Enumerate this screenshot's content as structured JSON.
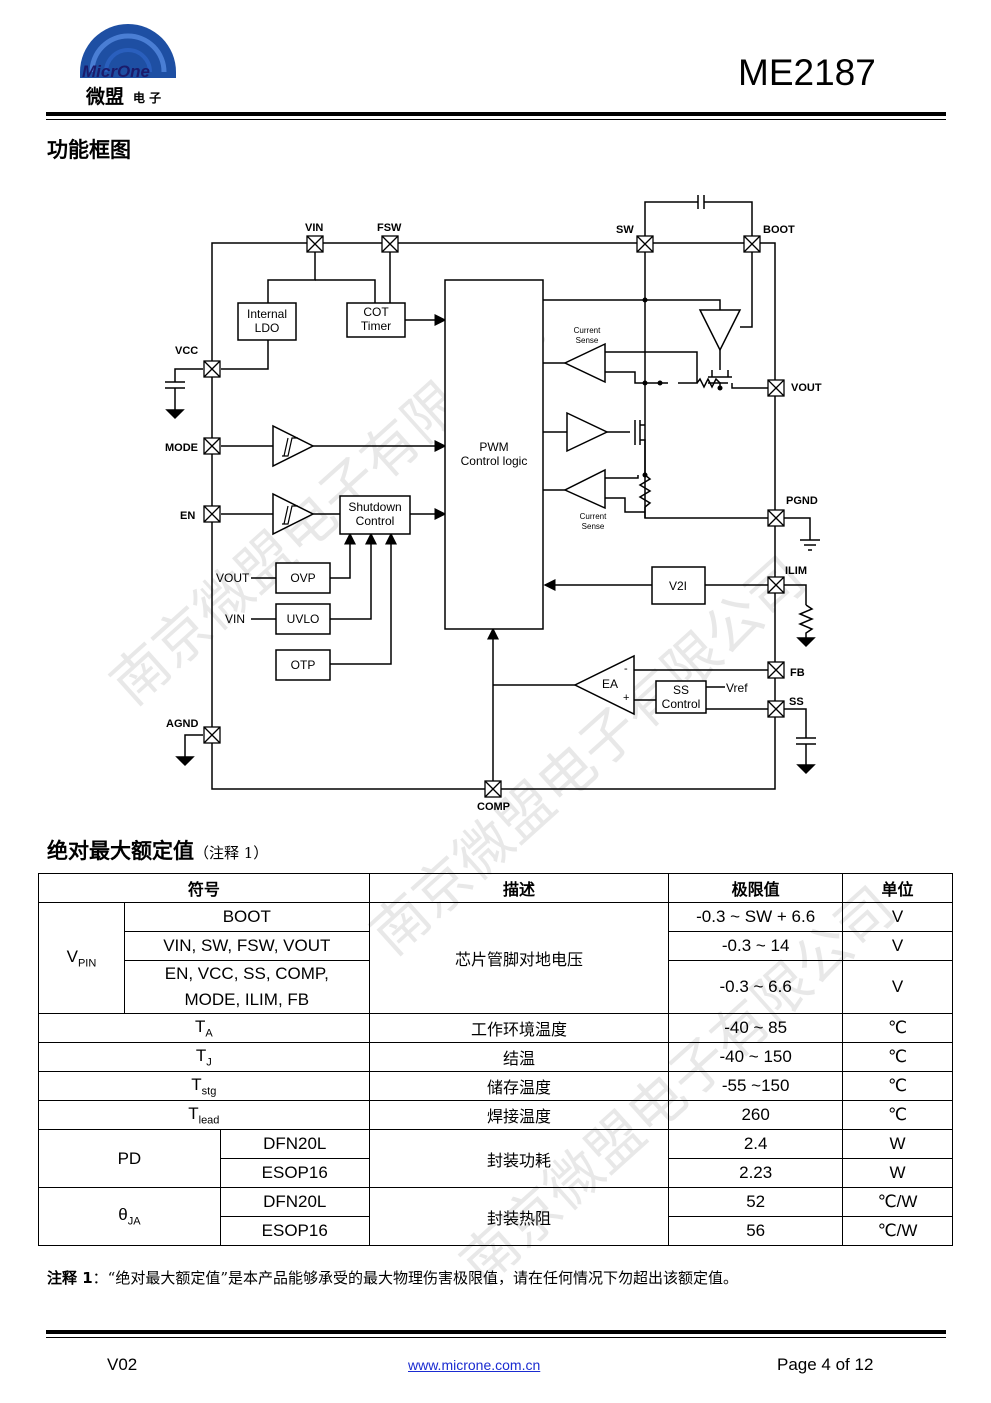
{
  "header": {
    "logo_text_en": "MicrOne",
    "logo_text_cn": "微盟",
    "logo_text_cn_small": "电 子",
    "part_number": "ME2187"
  },
  "block_diagram": {
    "title": "功能框图",
    "pins": {
      "vin": "VIN",
      "fsw": "FSW",
      "sw": "SW",
      "boot": "BOOT",
      "vcc": "VCC",
      "vout": "VOUT",
      "mode": "MODE",
      "en": "EN",
      "pgnd": "PGND",
      "ilim": "ILIM",
      "fb": "FB",
      "ss": "SS",
      "agnd": "AGND",
      "comp": "COMP"
    },
    "blocks": {
      "internal_ldo_1": "Internal",
      "internal_ldo_2": "LDO",
      "cot_1": "COT",
      "cot_2": "Timer",
      "pwm_1": "PWM",
      "pwm_2": "Control logic",
      "shutdown_1": "Shutdown",
      "shutdown_2": "Control",
      "ovp": "OVP",
      "uvlo": "UVLO",
      "otp": "OTP",
      "v2i": "V2I",
      "ea": "EA",
      "ss_1": "SS",
      "ss_2": "Control",
      "vref": "Vref",
      "cs_top_1": "Current",
      "cs_top_2": "Sense",
      "cs_bot_1": "Current",
      "cs_bot_2": "Sense",
      "in_vout": "VOUT",
      "in_vin": "VIN",
      "ea_minus": "-",
      "ea_plus": "+"
    }
  },
  "abs_max": {
    "title": "绝对最大额定值",
    "title_note": "（注释 1）",
    "headers": [
      "符号",
      "描述",
      "极限值",
      "单位"
    ],
    "vpin": {
      "sym": "V",
      "sub": "PIN",
      "desc": "芯片管脚对地电压",
      "rows": [
        {
          "pins": "BOOT",
          "limit": "-0.3 ~ SW + 6.6",
          "unit": "V"
        },
        {
          "pins": "VIN, SW, FSW, VOUT",
          "limit": "-0.3 ~ 14",
          "unit": "V"
        },
        {
          "pins1": "EN, VCC, SS, COMP,",
          "pins2": "MODE, ILIM, FB",
          "limit": "-0.3 ~ 6.6",
          "unit": "V"
        }
      ]
    },
    "ta": {
      "sym": "T",
      "sub": "A",
      "desc": "工作环境温度",
      "limit": "-40 ~ 85",
      "unit": "℃"
    },
    "tj": {
      "sym": "T",
      "sub": "J",
      "desc": "结温",
      "limit": "-40 ~ 150",
      "unit": "℃"
    },
    "tstg": {
      "sym": "T",
      "sub": "stg",
      "desc": "储存温度",
      "limit": "-55 ~150",
      "unit": "℃"
    },
    "tlead": {
      "sym": "T",
      "sub": "lead",
      "desc": "焊接温度",
      "limit": "260",
      "unit": "℃"
    },
    "pd": {
      "sym": "PD",
      "desc": "封装功耗",
      "rows": [
        {
          "pkg": "DFN20L",
          "limit": "2.4",
          "unit": "W"
        },
        {
          "pkg": "ESOP16",
          "limit": "2.23",
          "unit": "W"
        }
      ]
    },
    "theta": {
      "sym": "θ",
      "sub": "JA",
      "desc": "封装热阻",
      "rows": [
        {
          "pkg": "DFN20L",
          "limit": "52",
          "unit": "℃/W"
        },
        {
          "pkg": "ESOP16",
          "limit": "56",
          "unit": "℃/W"
        }
      ]
    }
  },
  "note": {
    "label": "注释 1",
    "text": "：“绝对最大额定值”是本产品能够承受的最大物理伤害极限值，请在任何情况下勿超出该额定值。"
  },
  "watermark": "南京微盟电子有限公司",
  "footer": {
    "version": "V02",
    "url": "www.microne.com.cn",
    "page": "Page 4 of 12"
  }
}
